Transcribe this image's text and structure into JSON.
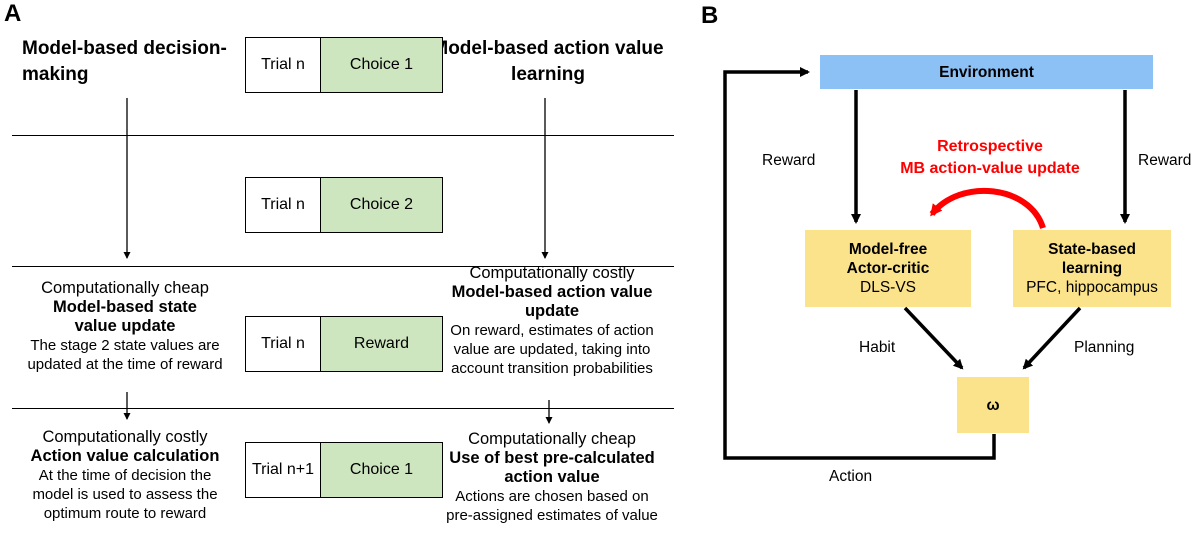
{
  "panelA": {
    "letter": "A",
    "left_header": [
      "Model-based decision-",
      "making"
    ],
    "right_header": [
      "Model-based action value",
      "learning"
    ],
    "trials": [
      {
        "trial": "Trial n",
        "choice": "Choice 1"
      },
      {
        "trial": "Trial n",
        "choice": "Choice 2"
      },
      {
        "trial": "Trial n",
        "choice": "Reward"
      },
      {
        "trial": "Trial n+1",
        "choice": "Choice 1"
      }
    ],
    "row3_left": {
      "lead": "Computationally cheap",
      "bold": [
        "Model-based state",
        "value update"
      ],
      "desc": [
        "The stage 2 state values are",
        "updated at the time of reward"
      ]
    },
    "row3_right": {
      "lead": "Computationally costly",
      "bold": [
        "Model-based action value",
        "update"
      ],
      "desc": [
        "On reward, estimates of action",
        "value are updated, taking into",
        "account transition probabilities"
      ]
    },
    "row4_left": {
      "lead": "Computationally costly",
      "bold": [
        "Action value calculation"
      ],
      "desc": [
        "At the time of decision the",
        "model is used to assess the",
        "optimum route to reward"
      ]
    },
    "row4_right": {
      "lead": "Computationally cheap",
      "bold": [
        "Use of best pre-calculated",
        "action value"
      ],
      "desc": [
        "Actions are chosen based on",
        "pre-assigned estimates of value"
      ]
    }
  },
  "panelB": {
    "letter": "B",
    "environment": "Environment",
    "model_free": {
      "title": [
        "Model-free",
        "Actor-critic"
      ],
      "sub": "DLS-VS"
    },
    "state_based": {
      "title": [
        "State-based",
        "learning"
      ],
      "sub": "PFC, hippocampus"
    },
    "omega": "ω",
    "reward_left": "Reward",
    "reward_right": "Reward",
    "retro": [
      "Retrospective",
      "MB action-value update"
    ],
    "habit": "Habit",
    "planning": "Planning",
    "action": "Action",
    "colors": {
      "environment": "#8cc1f5",
      "box": "#fbe38c",
      "choice": "#cde6c0",
      "retro": "#ff0000"
    }
  }
}
